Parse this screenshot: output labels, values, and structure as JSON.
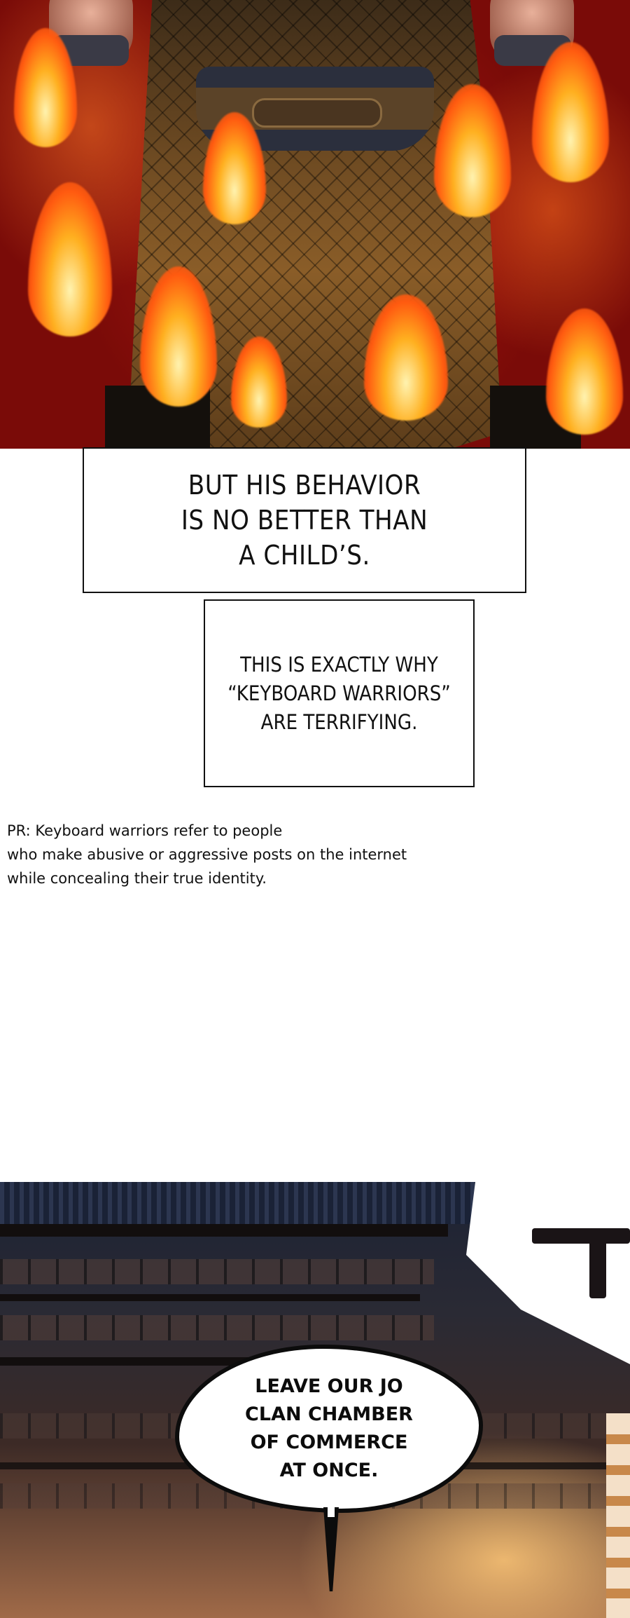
{
  "panels": {
    "fire_panel": {
      "description_icon": "fire-icon"
    },
    "narration_1": {
      "lines": [
        "BUT HIS BEHAVIOR",
        "IS NO BETTER THAN",
        "A CHILD’S."
      ]
    },
    "narration_2": {
      "lines": [
        "THIS IS EXACTLY WHY",
        "“KEYBOARD WARRIORS”",
        "ARE TERRIFYING."
      ]
    },
    "translator_note": {
      "lines": [
        "PR: Keyboard warriors refer to people",
        "who make abusive or aggressive posts on the internet",
        "while concealing their true identity."
      ]
    },
    "speech_bubble": {
      "lines": [
        "LEAVE OUR JO",
        "CLAN CHAMBER",
        "OF COMMERCE",
        "AT ONCE."
      ]
    }
  },
  "colors": {
    "fire_red": "#b01a12",
    "flame_orange": "#ff5a10",
    "text_black": "#111111",
    "background_white": "#ffffff"
  }
}
